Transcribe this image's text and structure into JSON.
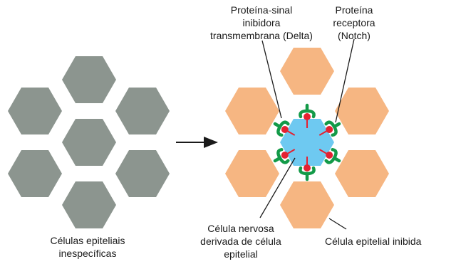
{
  "labels": {
    "delta_line1": "Proteína-sinal",
    "delta_line2": "inibidora",
    "delta_line3": "transmembrana (Delta)",
    "notch_line1": "Proteína",
    "notch_line2": "receptora",
    "notch_line3": "(Notch)",
    "left_line1": "Células epiteliais",
    "left_line2": "inespecíficas",
    "nerve_line1": "Célula nervosa",
    "nerve_line2": "derivada de célula",
    "nerve_line3": "epitelial",
    "inhibited": "Célula epitelial inibida"
  },
  "colors": {
    "unspecified_cell": "#8c958f",
    "inhibited_cell": "#f6b682",
    "nerve_cell": "#6ec9f1",
    "delta_protein": "#e42131",
    "notch_protein": "#139a48",
    "leader_line": "#1a1a1a"
  }
}
